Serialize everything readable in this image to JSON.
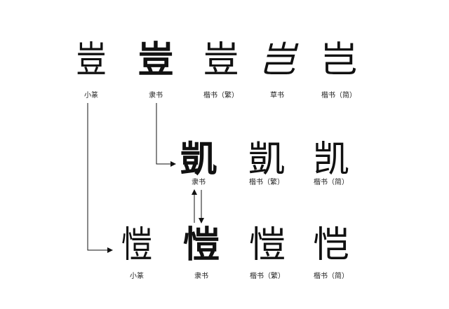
{
  "rows": {
    "top": {
      "items": [
        {
          "char": "豈",
          "label": "小篆"
        },
        {
          "char": "豈",
          "label": "隶书"
        },
        {
          "char": "豈",
          "label": "楷书（繁）"
        },
        {
          "char": "岂",
          "label": "草书"
        },
        {
          "char": "岂",
          "label": "楷书（简）"
        }
      ]
    },
    "middle": {
      "items": [
        {
          "char": "凱",
          "label": "隶书"
        },
        {
          "char": "凱",
          "label": "楷书（繁）"
        },
        {
          "char": "凯",
          "label": "楷书（简）"
        }
      ]
    },
    "bottom": {
      "items": [
        {
          "char": "愷",
          "label": "小篆"
        },
        {
          "char": "愷",
          "label": "隶书"
        },
        {
          "char": "愷",
          "label": "楷书（繁）"
        },
        {
          "char": "恺",
          "label": "楷书（简）"
        }
      ]
    }
  }
}
